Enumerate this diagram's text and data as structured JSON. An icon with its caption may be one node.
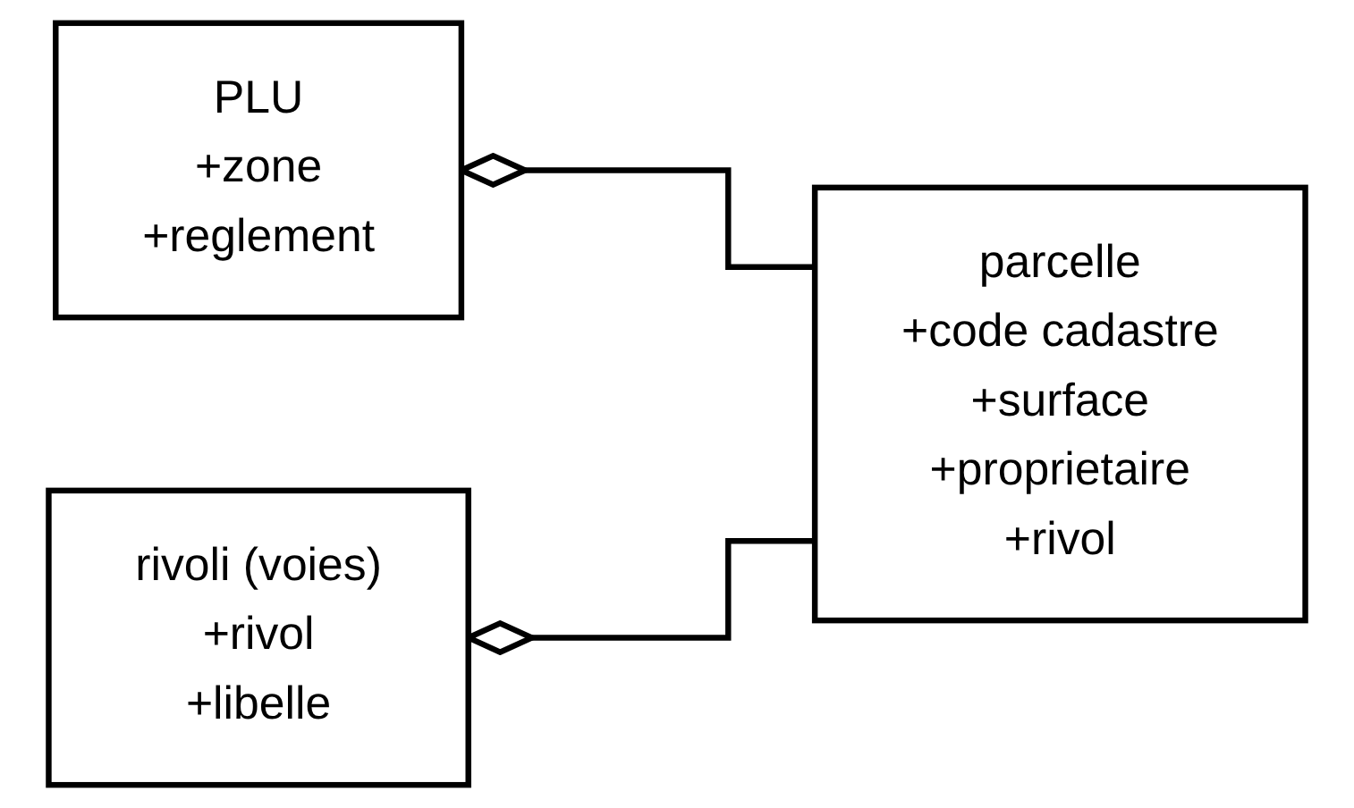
{
  "diagram": {
    "nodes": [
      {
        "text": [
          "PLU",
          "+zone",
          "+reglement"
        ]
      },
      {
        "text": [
          "parcelle",
          "+code cadastre",
          "+surface",
          "+proprietaire",
          "+rivol"
        ]
      },
      {
        "text": [
          "rivoli (voies)",
          "+rivol",
          "+libelle"
        ]
      }
    ],
    "edges": [
      {
        "from": 0,
        "to": 1,
        "arrow": "other"
      },
      {
        "from": 2,
        "to": 1,
        "arrow": "other"
      }
    ]
  }
}
